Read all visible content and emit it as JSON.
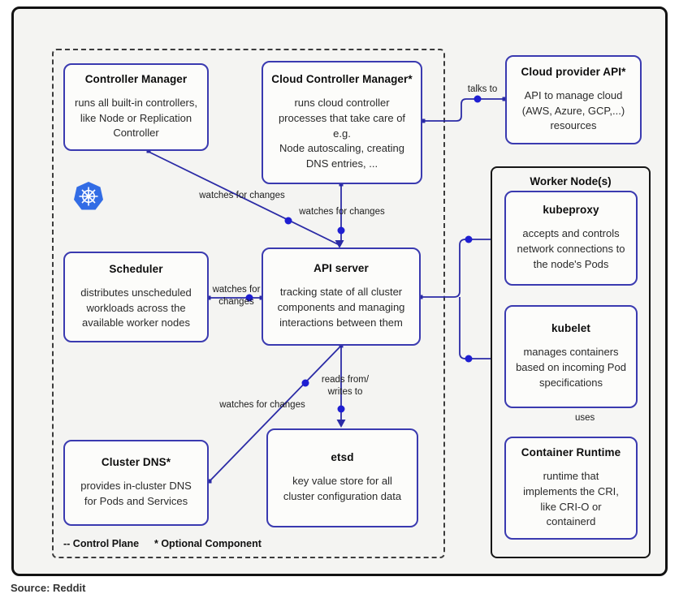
{
  "colors": {
    "box_border": "#3a3ab0",
    "connector_line": "#2b2ba6",
    "connector_dot": "#1e1ed2",
    "kubernetes_blue": "#326ce5"
  },
  "nodes": {
    "controller_manager": {
      "title": "Controller Manager",
      "body": "runs all built-in controllers,\nlike Node or Replication\nController"
    },
    "cloud_controller_manager": {
      "title": "Cloud Controller Manager*",
      "body": "runs cloud controller\nprocesses that take care of\ne.g.\nNode autoscaling, creating\nDNS entries, ..."
    },
    "cloud_provider_api": {
      "title": "Cloud provider API*",
      "body": "API to manage cloud\n(AWS, Azure, GCP,...)\nresources"
    },
    "worker_node": {
      "title": "Worker Node(s)"
    },
    "kubeproxy": {
      "title": "kubeproxy",
      "body": "accepts and controls\nnetwork connections to\nthe node's Pods"
    },
    "kubelet": {
      "title": "kubelet",
      "body": "manages containers\nbased on incoming Pod\nspecifications"
    },
    "container_runtime": {
      "title": "Container Runtime",
      "body": "runtime that\nimplements the CRI,\nlike CRI-O or\ncontainerd"
    },
    "scheduler": {
      "title": "Scheduler",
      "body": "distributes unscheduled\nworkloads across the\navailable worker nodes"
    },
    "api_server": {
      "title": "API server",
      "body": "tracking state of all cluster\ncomponents and managing\ninteractions between them"
    },
    "cluster_dns": {
      "title": "Cluster DNS*",
      "body": "provides in-cluster DNS\nfor Pods and Services"
    },
    "etsd": {
      "title": "etsd",
      "body": "key value store for all\ncluster configuration data"
    }
  },
  "labels": {
    "talks_to": "talks to",
    "watches_cm": "watches for changes",
    "watches_ccm": "watches for changes",
    "sched1": "watches for",
    "sched2": "changes",
    "reads1": "reads from/",
    "reads2": "writes to",
    "watches_dns": "watches for changes",
    "uses": "uses"
  },
  "legend": {
    "control_plane": "-- Control Plane",
    "optional": "* Optional Component"
  },
  "source": "Source: Reddit"
}
